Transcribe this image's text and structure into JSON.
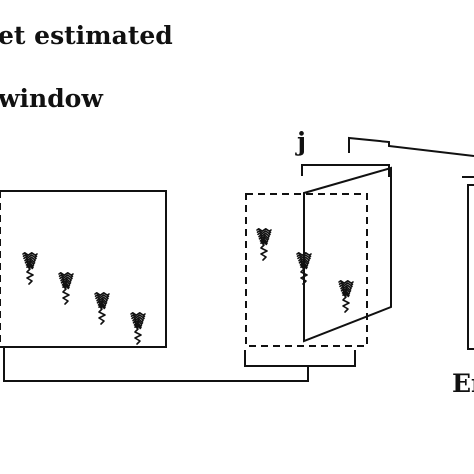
{
  "labels": {
    "line1": "et estimated",
    "line2": "window",
    "j": "j",
    "right_partial": "Er"
  },
  "icons": {
    "trace": "seismogram-icon"
  }
}
